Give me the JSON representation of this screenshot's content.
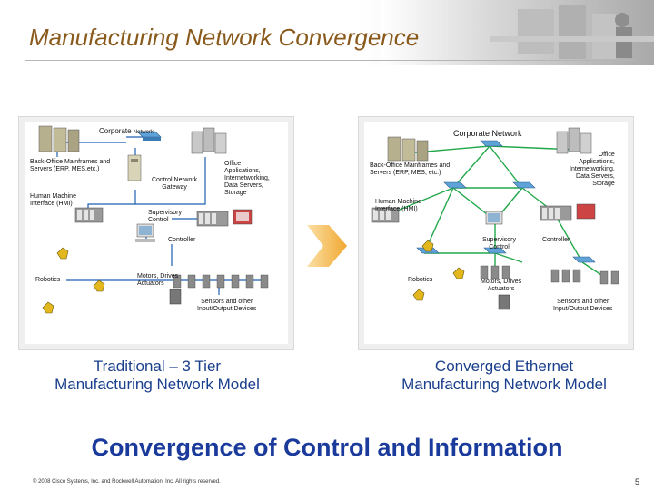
{
  "slide": {
    "title": "Manufacturing Network Convergence",
    "headline": "Convergence of Control and Information",
    "copyright": "© 2008 Cisco Systems, Inc. and Rockwell Automation, Inc. All rights reserved.",
    "page_number": "5"
  },
  "left_panel": {
    "caption_line1": "Traditional – 3 Tier",
    "caption_line2": "Manufacturing Network Model",
    "labels": {
      "corporate_network_a": "Corporate",
      "corporate_network_b": "Network",
      "back_office_1": "Back-Office Mainframes and",
      "back_office_2": "Servers (ERP, MES,etc.)",
      "control_gateway_1": "Control Network",
      "control_gateway_2": "Gateway",
      "office_1": "Office",
      "office_2": "Applications,",
      "office_3": "Internetworking,",
      "office_4": "Data Servers,",
      "office_5": "Storage",
      "hmi_1": "Human Machine",
      "hmi_2": "Interface (HMI)",
      "supervisory_1": "Supervisory",
      "supervisory_2": "Control",
      "controller": "Controller",
      "robotics": "Robotics",
      "motors_1": "Motors, Drives",
      "motors_2": "Actuators",
      "sensors_1": "Sensors and other",
      "sensors_2": "Input/Output Devices"
    }
  },
  "right_panel": {
    "caption_line1": "Converged Ethernet",
    "caption_line2": "Manufacturing Network Model",
    "labels": {
      "corporate_network": "Corporate Network",
      "back_office_1": "Back-Office Mainframes and",
      "back_office_2": "Servers (ERP, MES, etc.)",
      "office_1": "Office",
      "office_2": "Applications,",
      "office_3": "Internetworking,",
      "office_4": "Data Servers,",
      "office_5": "Storage",
      "hmi_1": "Human Machine",
      "hmi_2": "Interface (HMI)",
      "supervisory_1": "Supervisory",
      "supervisory_2": "Control",
      "controller": "Controller",
      "robotics": "Robotics",
      "motors_1": "Motors, Drives",
      "motors_2": "Actuators",
      "sensors_1": "Sensors and other",
      "sensors_2": "Input/Output Devices"
    }
  },
  "colors": {
    "title": "#8a5a1c",
    "caption": "#1a3f8c",
    "headline": "#1a3a9c",
    "ethernet_line": "#22a84a",
    "control_line": "#1e5fb3",
    "arrow": "#f0a830"
  }
}
